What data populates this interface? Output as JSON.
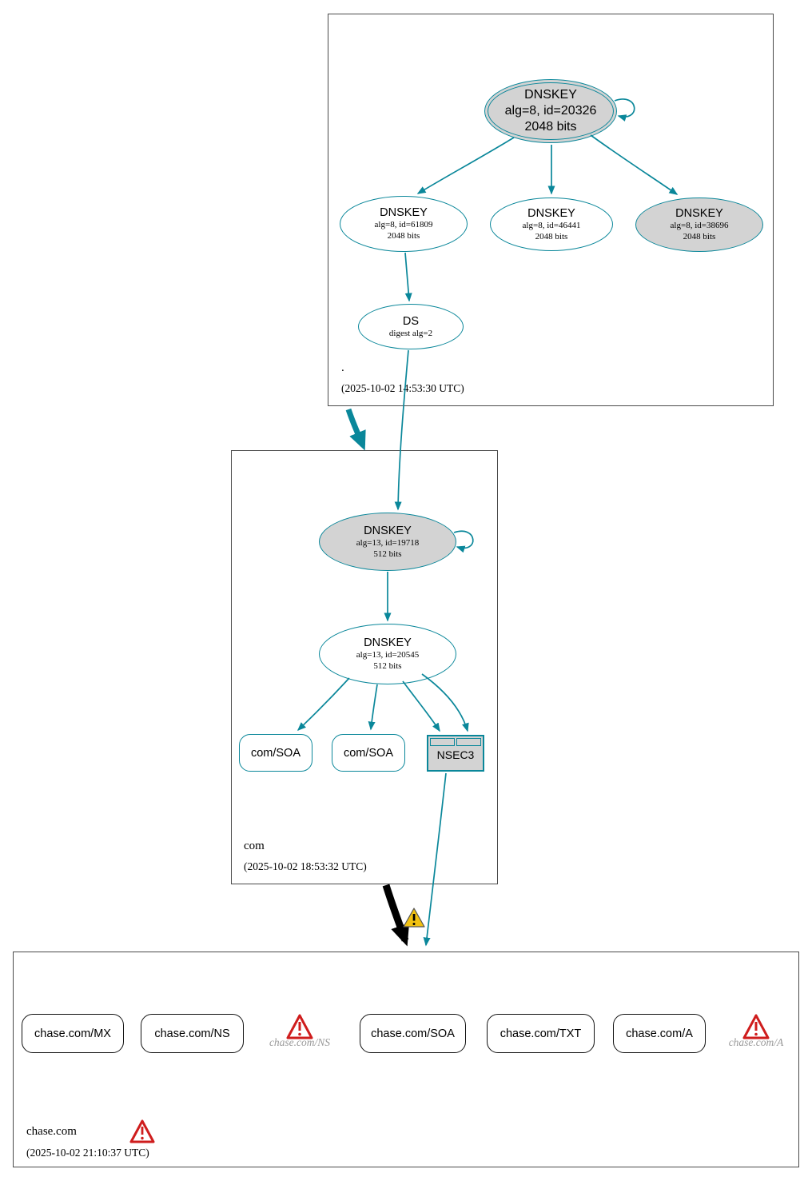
{
  "zones": {
    "root": {
      "label": ".",
      "timestamp": "(2025-10-02 14:53:30 UTC)",
      "ksk": {
        "title": "DNSKEY",
        "line1": "alg=8, id=20326",
        "line2": "2048 bits"
      },
      "keys": [
        {
          "title": "DNSKEY",
          "line1": "alg=8, id=61809",
          "line2": "2048 bits"
        },
        {
          "title": "DNSKEY",
          "line1": "alg=8, id=46441",
          "line2": "2048 bits"
        },
        {
          "title": "DNSKEY",
          "line1": "alg=8, id=38696",
          "line2": "2048 bits"
        }
      ],
      "ds": {
        "title": "DS",
        "line1": "digest alg=2"
      }
    },
    "com": {
      "label": "com",
      "timestamp": "(2025-10-02 18:53:32 UTC)",
      "ksk": {
        "title": "DNSKEY",
        "line1": "alg=13, id=19718",
        "line2": "512 bits"
      },
      "zsk": {
        "title": "DNSKEY",
        "line1": "alg=13, id=20545",
        "line2": "512 bits"
      },
      "rrsets": [
        {
          "label": "com/SOA"
        },
        {
          "label": "com/SOA"
        }
      ],
      "nsec3": {
        "label": "NSEC3"
      }
    },
    "chase": {
      "label": "chase.com",
      "timestamp": "(2025-10-02 21:10:37 UTC)",
      "rrsets": [
        {
          "label": "chase.com/MX"
        },
        {
          "label": "chase.com/NS"
        },
        {
          "label": "chase.com/SOA"
        },
        {
          "label": "chase.com/TXT"
        },
        {
          "label": "chase.com/A"
        }
      ],
      "missing": [
        {
          "label": "chase.com/NS"
        },
        {
          "label": "chase.com/A"
        }
      ]
    }
  },
  "icons": {
    "error": "error-triangle-icon",
    "warning": "warning-triangle-icon"
  },
  "colors": {
    "teal": "#0a879a",
    "grayfill": "#d3d3d3",
    "warning_yellow": "#f2c211",
    "error_red": "#cf1d1d"
  }
}
